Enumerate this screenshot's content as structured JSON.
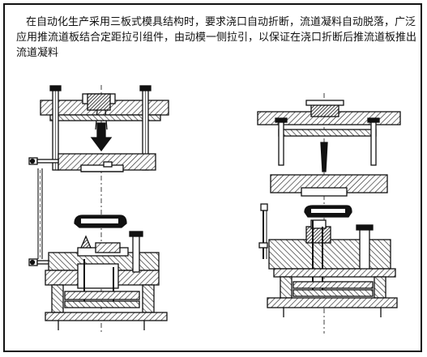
{
  "caption": "在自动化生产采用三板式模具结构时，要求浇口自动折断，流道凝料自动脱落，广泛应用推流道板结合定距拉引组件，由动模一侧拉引，以保证在浇口折断后推流道板推出流道凝料",
  "figures": [
    {
      "name": "left-mold-assembly"
    },
    {
      "name": "right-mold-assembly"
    }
  ]
}
